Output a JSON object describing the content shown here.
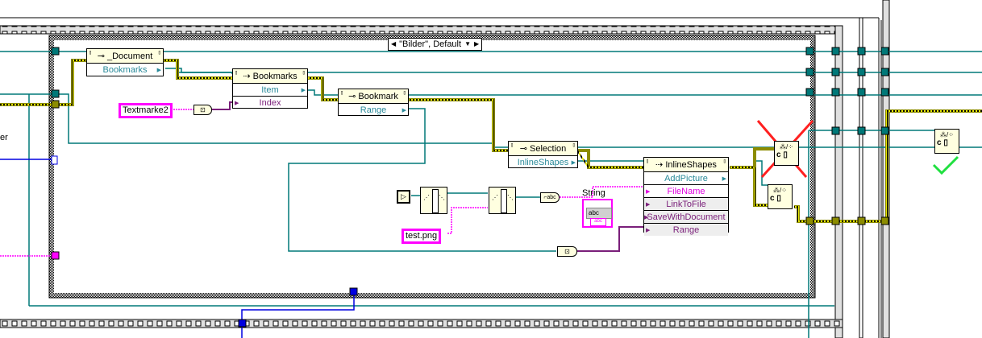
{
  "diagram": {
    "case_structure": {
      "selector_label": "\"Bilder\", Default",
      "left_arrow": "◀",
      "right_arrow": "▶",
      "dropdown": "▼"
    },
    "nodes": {
      "document": {
        "title": "_Document",
        "icon": "property-node-icon",
        "rows": [
          {
            "label": "Bookmarks",
            "color": "teal"
          }
        ]
      },
      "bookmarks": {
        "title": "Bookmarks",
        "icon": "invoke-node-icon",
        "rows": [
          {
            "label": "Item",
            "color": "teal"
          },
          {
            "label": "Index",
            "color": "purple"
          }
        ]
      },
      "bookmark": {
        "title": "Bookmark",
        "icon": "property-node-icon",
        "rows": [
          {
            "label": "Range",
            "color": "teal"
          }
        ]
      },
      "selection": {
        "title": "Selection",
        "icon": "property-node-icon",
        "rows": [
          {
            "label": "InlineShapes",
            "color": "teal"
          }
        ]
      },
      "inlineshapes": {
        "title": "InlineShapes",
        "icon": "invoke-node-icon",
        "rows": [
          {
            "label": "AddPicture",
            "color": "teal"
          },
          {
            "label": "FileName",
            "color": "magenta"
          },
          {
            "label": "LinkToFile",
            "color": "purple"
          },
          {
            "label": "SaveWithDocument",
            "color": "purple"
          },
          {
            "label": "Range",
            "color": "purple"
          }
        ]
      }
    },
    "constants": {
      "textmarke": "Textmarke2",
      "filename": "test.png"
    },
    "indicator": {
      "label": "String",
      "value": "abc",
      "type_label": "abc"
    },
    "left_partial_text": "er",
    "wire_colors": {
      "refnum": "#007878",
      "string": "#ff00ff",
      "variant": "#7a1f7a",
      "error": "#8c8c00",
      "error_yellow": "#e8e800",
      "blue": "#0000e0"
    },
    "annotations": {
      "wrong_mark": "red-x",
      "correct_mark": "green-check"
    }
  }
}
